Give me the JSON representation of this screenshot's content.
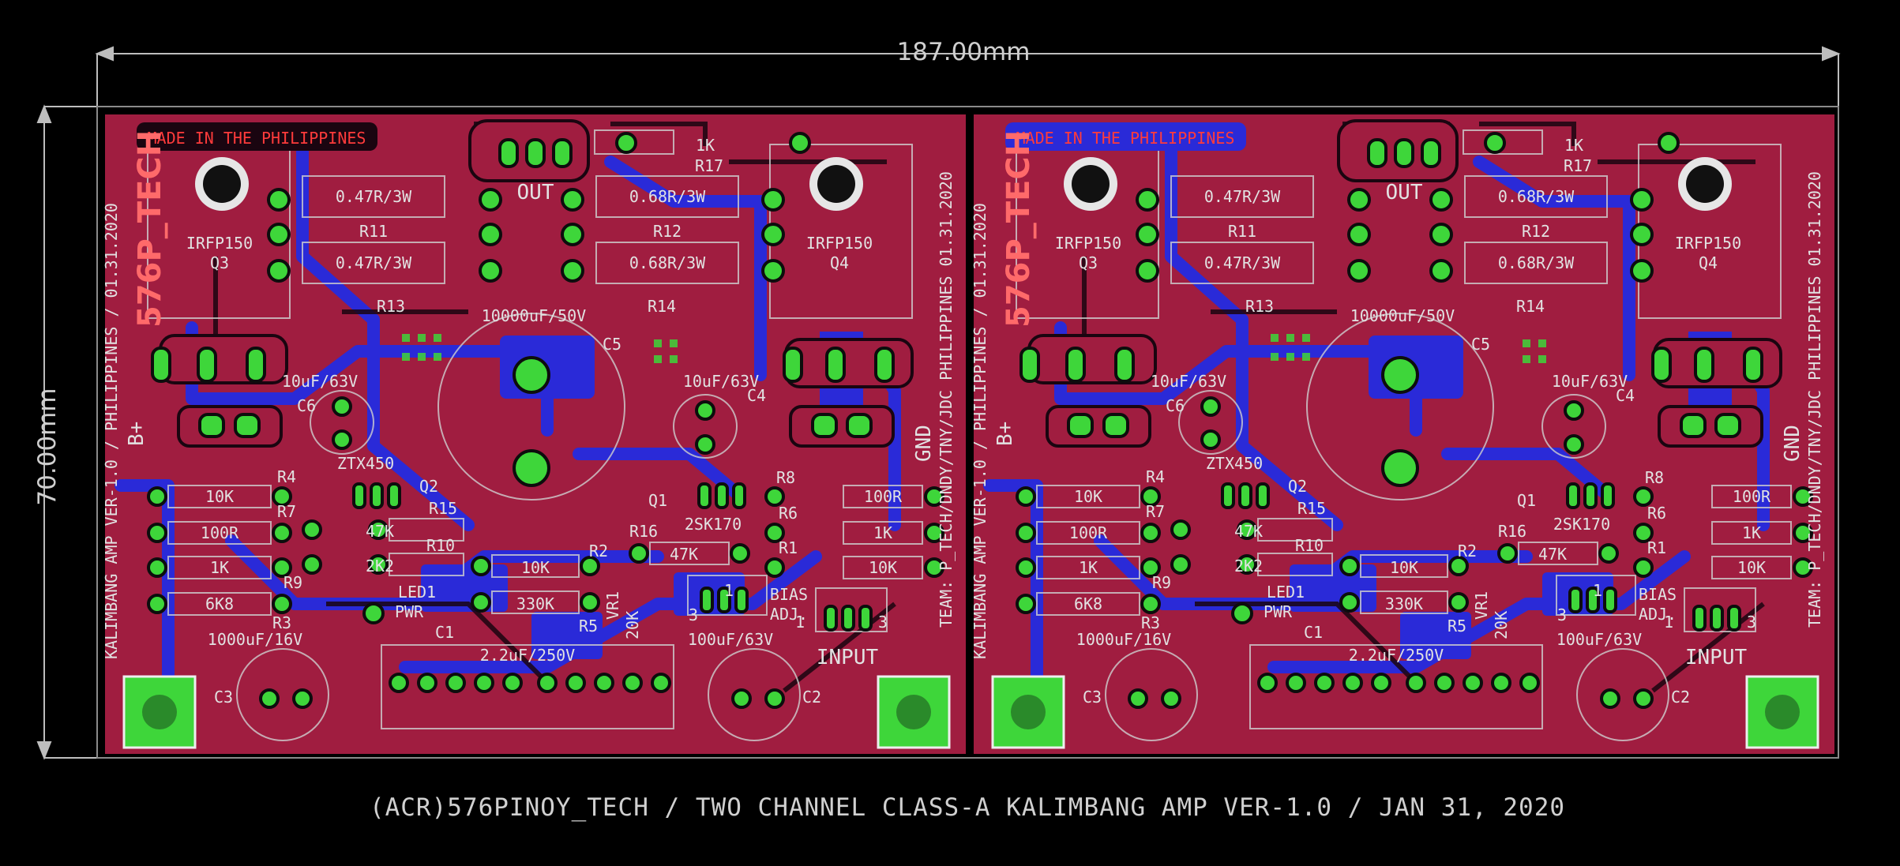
{
  "dimensions": {
    "width_label": "187.00mm",
    "height_label": "70.00mm"
  },
  "footer": "(ACR)576PINOY_TECH / TWO CHANNEL CLASS-A KALIMBANG AMP VER-1.0 / JAN 31, 2020",
  "colors": {
    "board": "#a01d40",
    "copper_bottom": "#2b2bd8",
    "pad": "#3ed63a",
    "silk": "#e2e2e2",
    "outline": "#9a9a9a",
    "background": "#000000"
  },
  "channel": {
    "made_label": "MADE IN THE PHILIPPINES",
    "logo": "576P_TECH",
    "left_edge_text": "KALIMBANG AMP VER-1.0 / PHILIPPINES / 01.31.2020",
    "right_edge_text": "TEAM: P_TECH/DNDY/TNY/JDC PHILIPPINES 01.31.2020",
    "parts": {
      "q3_type": "IRFP150",
      "q3_ref": "Q3",
      "q4_type": "IRFP150",
      "q4_ref": "Q4",
      "r11_val": "0.47R/3W",
      "r11_ref": "R11",
      "r13_val": "0.47R/3W",
      "r13_ref": "R13",
      "r12_val": "0.68R/3W",
      "r12_ref": "R12",
      "r14_val": "0.68R/3W",
      "r14_ref": "R14",
      "out": "OUT",
      "r17_val": "1K",
      "r17_ref": "R17",
      "c5_val": "10000uF/50V",
      "c5_ref": "C5",
      "c6_val": "10uF/63V",
      "c6_ref": "C6",
      "c4_val": "10uF/63V",
      "c4_ref": "C4",
      "b_plus": "B+",
      "gnd": "GND",
      "ztx": "ZTX450",
      "q2": "Q2",
      "q1": "Q1",
      "q1_type": "2SK170",
      "r4_ref": "R4",
      "r4_val": "10K",
      "r7_ref": "R7",
      "r7_val": "100R",
      "r9_ref": "R9",
      "r9_val": "1K",
      "r3_ref": "R3",
      "r3_val": "6K8",
      "r15_ref": "R15",
      "r15_val": "47K",
      "r10_ref": "R10",
      "r10_val": "2K2",
      "r2_ref": "R2",
      "r2_val": "10K",
      "r5_ref": "R5",
      "r5_val": "330K",
      "r16_ref": "R16",
      "r16_val": "47K",
      "r8_ref": "R8",
      "r8_val": "100R",
      "r6_ref": "R6",
      "r6_val": "1K",
      "r1_ref": "R1",
      "r1_val": "10K",
      "vr1_ref": "VR1",
      "vr1_val": "20K",
      "bias1": "BIAS",
      "bias2": "ADJ.",
      "led1": "LED1",
      "pwr": "PWR",
      "c1_ref": "C1",
      "c1_val": "2.2uF/250V",
      "c3_ref": "C3",
      "c3_val": "1000uF/16V",
      "c2_ref": "C2",
      "c2_val": "100uF/63V",
      "input": "INPUT",
      "pin1": "1",
      "pin3": "3"
    }
  }
}
